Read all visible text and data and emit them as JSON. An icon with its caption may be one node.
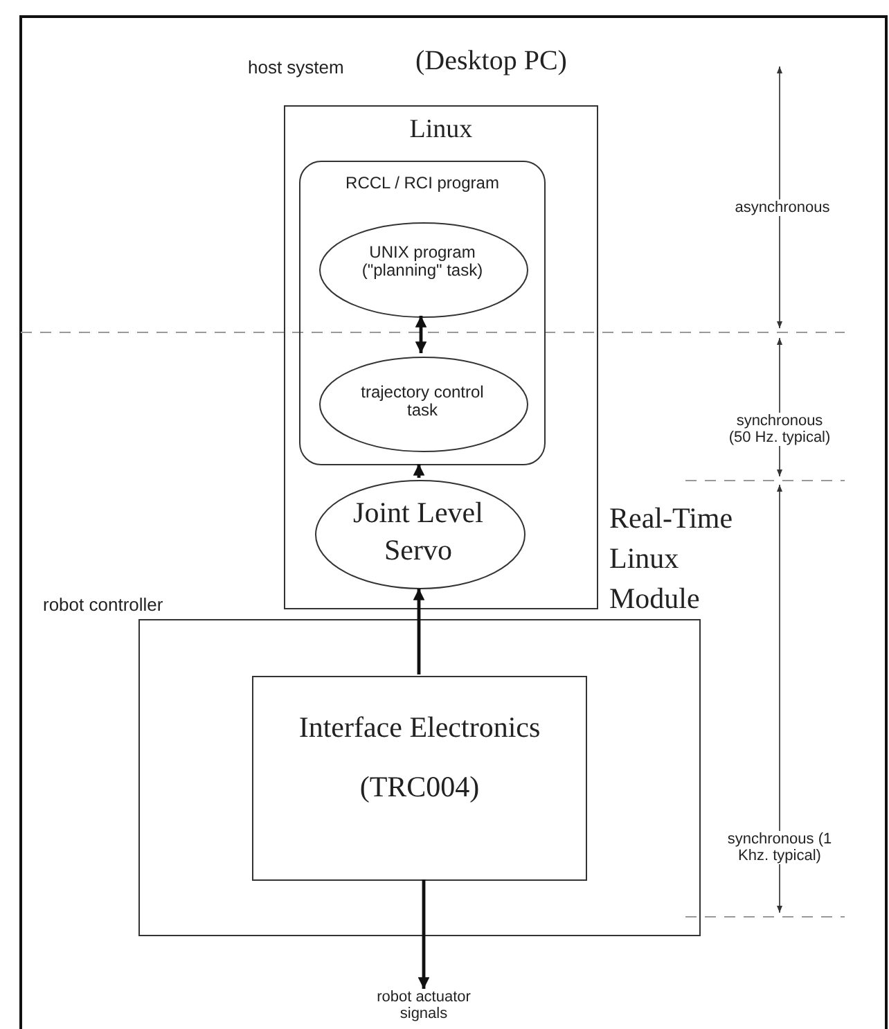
{
  "diagram": {
    "nodes": [
      {
        "text": [
          "host system",
          "(Desktop PC)",
          "Linux"
        ]
      },
      {
        "text": [
          "RCCL / RCI program"
        ],
        "in": 0
      },
      {
        "text": [
          "UNIX program (\"planning\" task)"
        ],
        "in": 1
      },
      {
        "text": [
          "trajectory control task"
        ],
        "in": 1
      },
      {
        "text": [
          "Joint Level Servo"
        ],
        "in": 0
      },
      {
        "text": [
          "robot controller"
        ]
      },
      {
        "text": [
          "Interface Electronics",
          "(TRC004)"
        ],
        "in": 5
      },
      {
        "text": [
          "robot actuator signals"
        ]
      }
    ],
    "edges": [
      {
        "from": 2,
        "to": 3,
        "arrow": "both"
      },
      {
        "from": 4,
        "to": 1,
        "arrow": "to"
      },
      {
        "from": 6,
        "to": 4,
        "arrow": "to"
      },
      {
        "from": 6,
        "to": 7,
        "arrow": "to"
      }
    ],
    "labels": [
      "Real-Time Linux Module",
      "asynchronous",
      "synchronous (50 Hz. typical)",
      "synchronous (1 Khz. typical)"
    ]
  }
}
